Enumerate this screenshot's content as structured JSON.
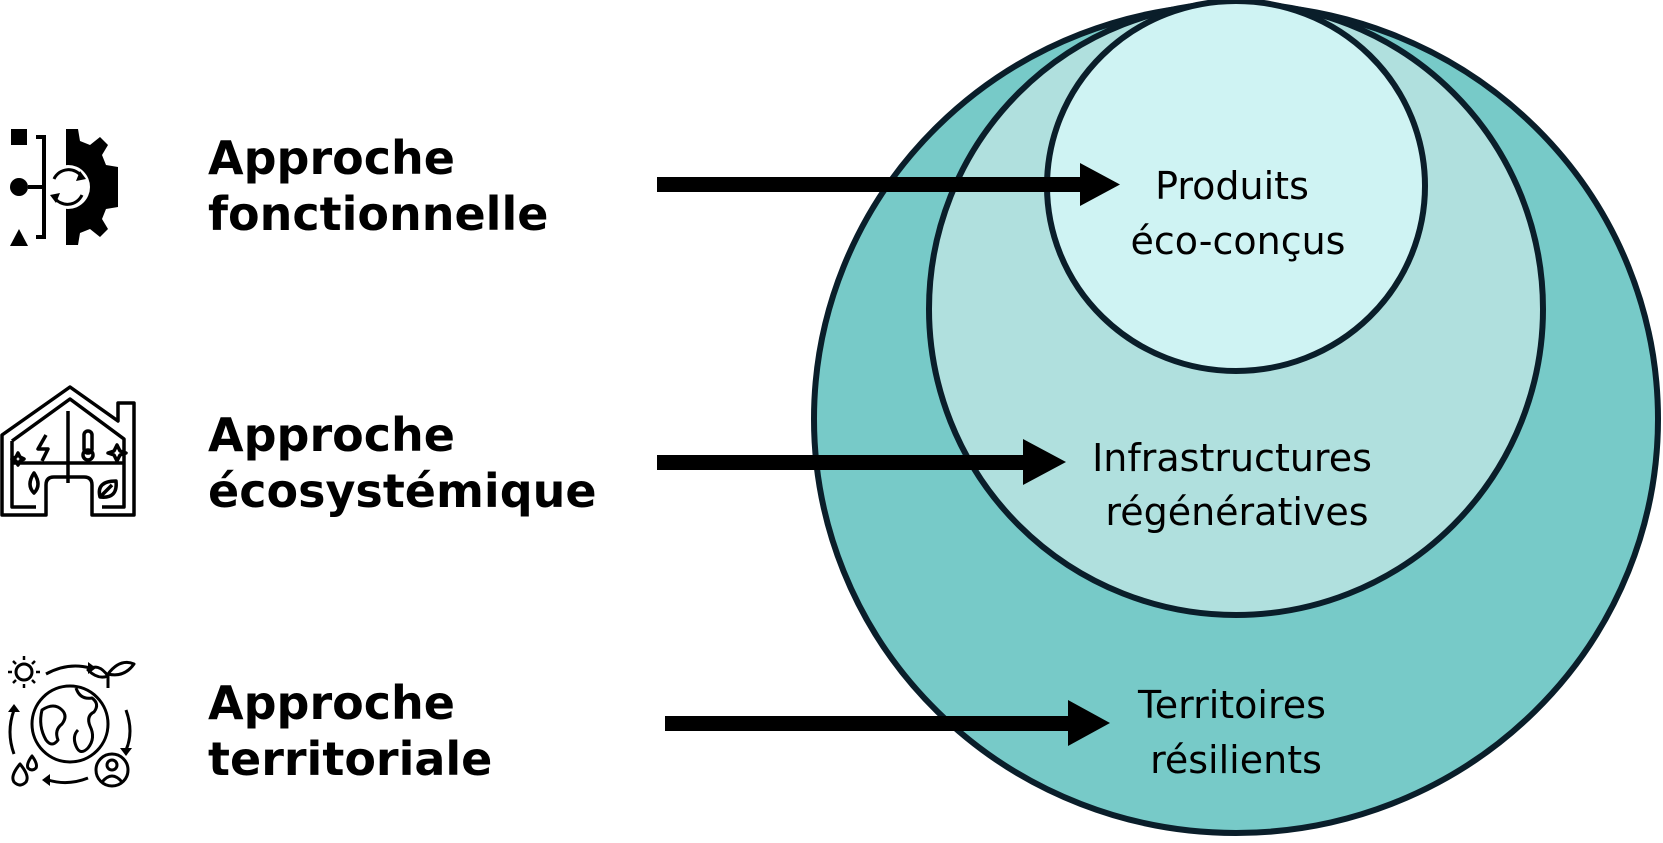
{
  "approaches": [
    {
      "line1": "Approche",
      "line2": "fonctionnelle",
      "icon": "functional-gear-icon"
    },
    {
      "line1": "Approche",
      "line2": "écosystémique",
      "icon": "house-ecosystem-icon"
    },
    {
      "line1": "Approche",
      "line2": "territoriale",
      "icon": "globe-cycle-icon"
    }
  ],
  "circles": [
    {
      "line1": "Produits",
      "line2": "éco-conçus",
      "fill": "#cff3f3"
    },
    {
      "line1": "Infrastructures",
      "line2": "régénératives",
      "fill": "#b0e0de"
    },
    {
      "line1": "Territoires",
      "line2": "résilients",
      "fill": "#77cac8"
    }
  ],
  "colors": {
    "outline": "#0a1e2a",
    "arrow": "#000000",
    "text": "#000000"
  }
}
